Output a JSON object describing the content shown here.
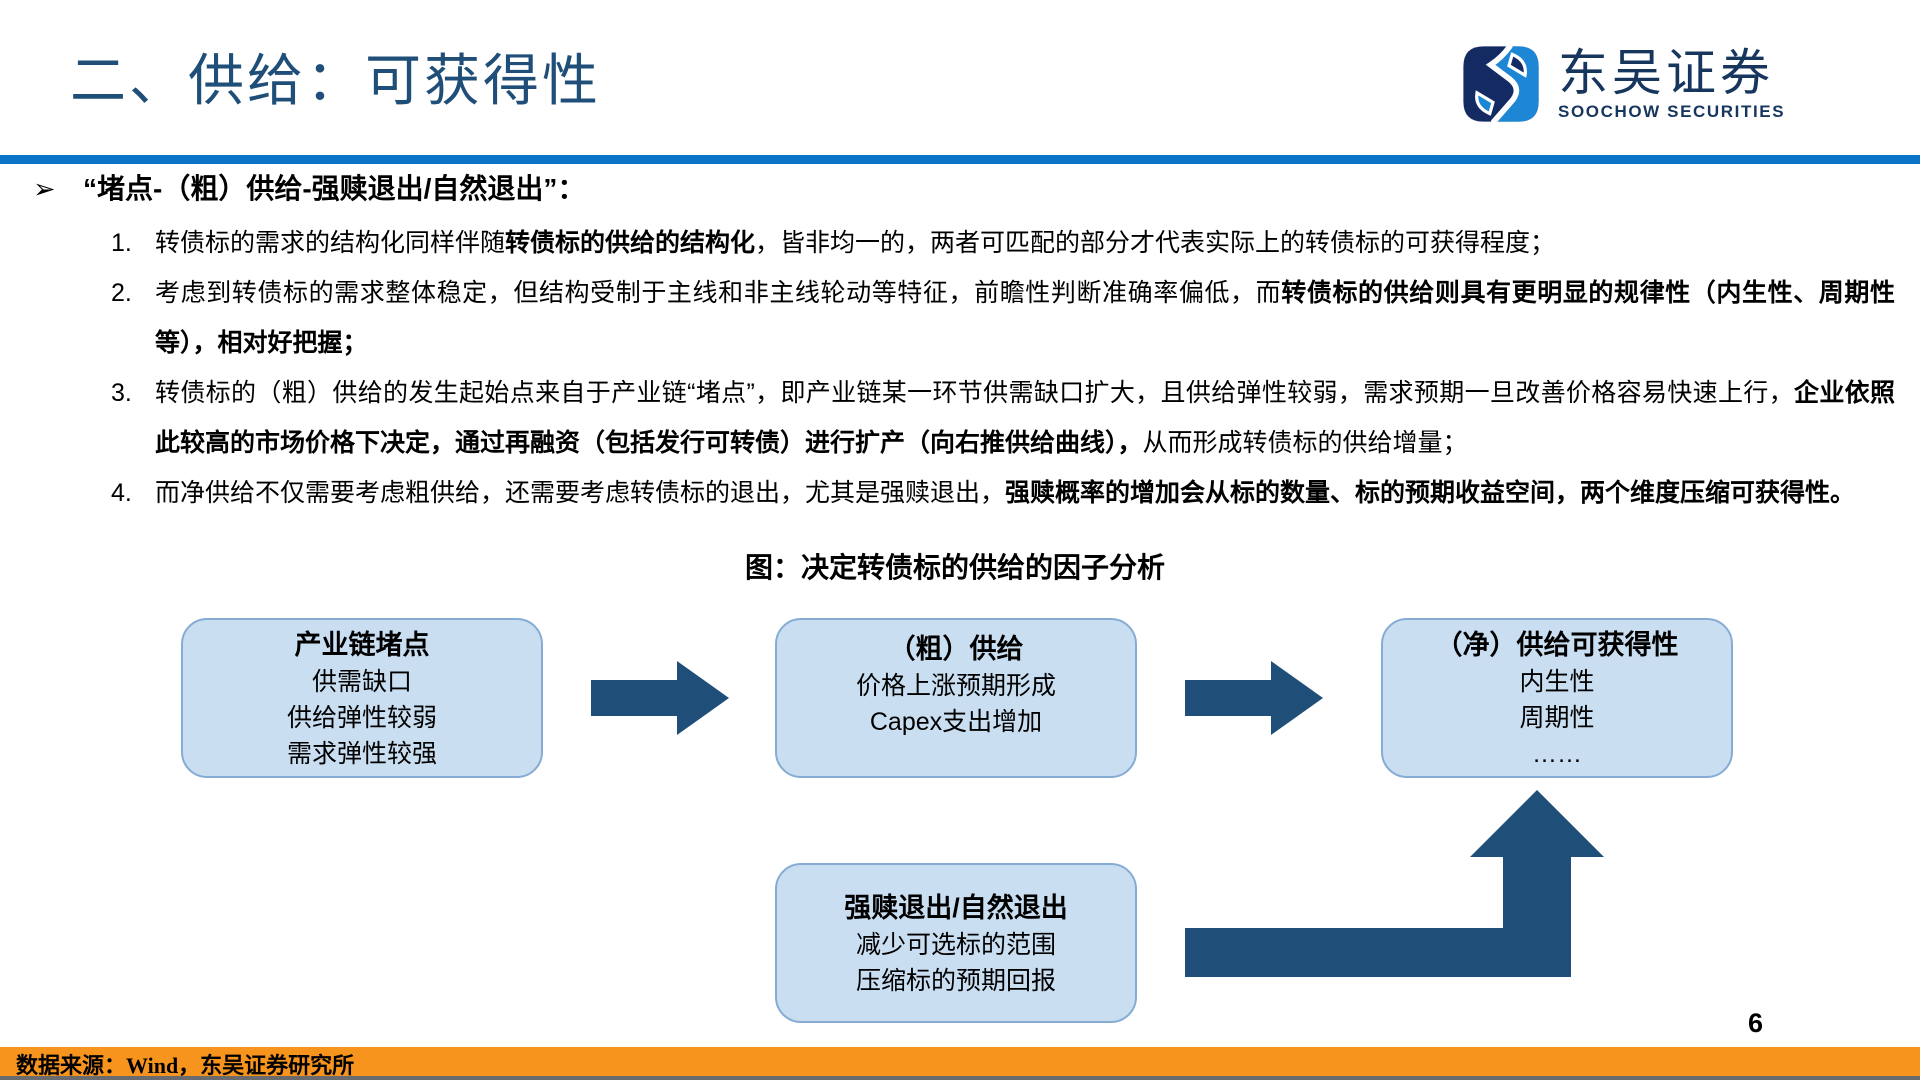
{
  "header": {
    "title": "二、供给：可获得性",
    "logo": {
      "cn": "东吴证券",
      "en": "SOOCHOW SECURITIES"
    }
  },
  "intro": {
    "marker": "➢",
    "text": "“堵点-（粗）供给-强赎退出/自然退出”："
  },
  "list": {
    "items": [
      {
        "num": "1.",
        "segments": [
          {
            "t": "转债标的需求的结构化同样伴随",
            "b": false
          },
          {
            "t": "转债标的供给的结构化",
            "b": true
          },
          {
            "t": "，皆非均一的，两者可匹配的部分才代表实际上的转债标的可获得程度；",
            "b": false
          }
        ]
      },
      {
        "num": "2.",
        "segments": [
          {
            "t": "考虑到转债标的需求整体稳定，但结构受制于主线和非主线轮动等特征，前瞻性判断准确率偏低，而",
            "b": false
          },
          {
            "t": "转债标的供给则具有更明显的规律性（内生性、周期性等），相对好把握；",
            "b": true
          }
        ]
      },
      {
        "num": "3.",
        "segments": [
          {
            "t": "转债标的（粗）供给的发生起始点来自于产业链“堵点”，即产业链某一环节供需缺口扩大，且供给弹性较弱，需求预期一旦改善价格容易快速上行，",
            "b": false
          },
          {
            "t": "企业依照此较高的市场价格下决定，通过再融资（包括发行可转债）进行扩产（向右推供给曲线），",
            "b": true
          },
          {
            "t": "从而形成转债标的供给增量；",
            "b": false
          }
        ]
      },
      {
        "num": "4.",
        "segments": [
          {
            "t": "而净供给不仅需要考虑粗供给，还需要考虑转债标的退出，尤其是强赎退出，",
            "b": false
          },
          {
            "t": "强赎概率的增加会从标的数量、标的预期收益空间，两个维度压缩可获得性。",
            "b": true
          }
        ]
      }
    ]
  },
  "figure": {
    "title": "图：决定转债标的供给的因子分析",
    "boxes": {
      "bottleneck": {
        "title": "产业链堵点",
        "lines": [
          "供需缺口",
          "供给弹性较弱",
          "需求弹性较强"
        ]
      },
      "gross": {
        "title": "（粗）供给",
        "lines": [
          "价格上涨预期形成",
          "Capex支出增加"
        ]
      },
      "net": {
        "title": "（净）供给可获得性",
        "lines": [
          "内生性",
          "周期性",
          "……"
        ]
      },
      "exit": {
        "title": "强赎退出/自然退出",
        "lines": [
          "减少可选标的范围",
          "压缩标的预期回报"
        ]
      }
    }
  },
  "footer": {
    "source": "数据来源：Wind，东吴证券研究所",
    "page": "6"
  },
  "colors": {
    "title_blue": "#1F4E79",
    "divider_blue": "#0B74C7",
    "box_fill": "#CADEF1",
    "box_border": "#86ACD3",
    "arrow_navy": "#1F4E79",
    "footer_orange": "#F7941D",
    "logo_navy": "#142A63",
    "logo_blue": "#1E87D5"
  }
}
